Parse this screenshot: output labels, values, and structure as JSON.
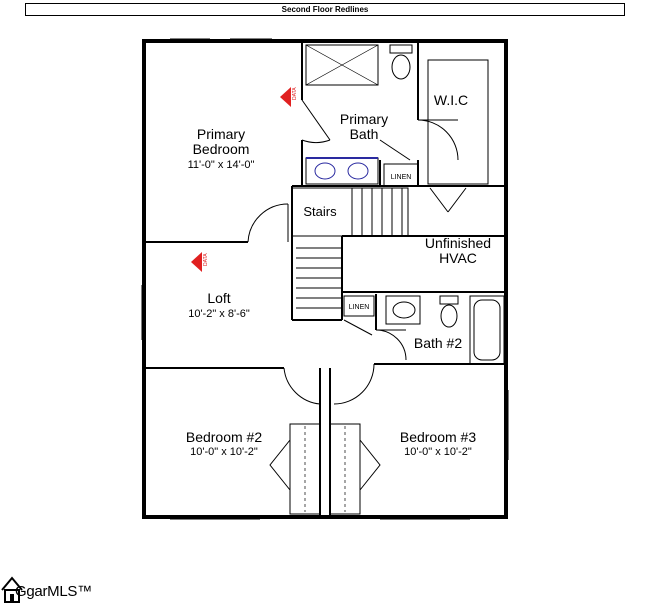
{
  "header": {
    "title": "Second Floor Redlines"
  },
  "rooms": {
    "primary_bedroom": {
      "name_line1": "Primary",
      "name_line2": "Bedroom",
      "dims": "11'-0\" x 14'-0\""
    },
    "primary_bath": {
      "name_line1": "Primary",
      "name_line2": "Bath"
    },
    "wic": {
      "name": "W.I.C"
    },
    "linen_upper": {
      "name": "LINEN"
    },
    "stairs": {
      "name": "Stairs"
    },
    "unfinished_hvac": {
      "name_line1": "Unfinished",
      "name_line2": "HVAC"
    },
    "loft": {
      "name": "Loft",
      "dims": "10'-2\" x 8'-6\""
    },
    "linen_lower": {
      "name": "LINEN"
    },
    "bath2": {
      "name": "Bath #2"
    },
    "bedroom2": {
      "name": "Bedroom #2",
      "dims": "10'-0\" x 10'-2\""
    },
    "bedroom3": {
      "name": "Bedroom #3",
      "dims": "10'-0\" x 10'-2\""
    }
  },
  "markers": {
    "data_label": "DATA"
  },
  "logo": {
    "text": "GgarMLS™"
  },
  "colors": {
    "walls": "#000000",
    "marker": "#e02020",
    "fixture_blue": "#2a2aa0"
  }
}
